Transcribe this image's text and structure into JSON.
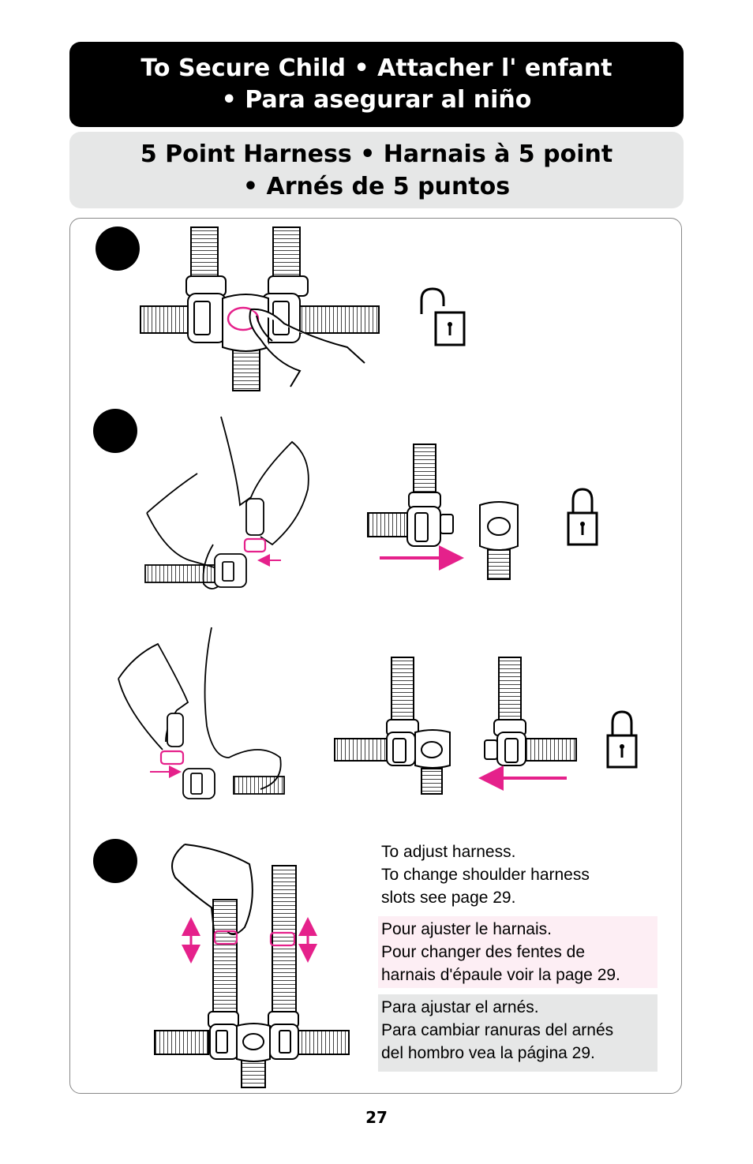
{
  "header": {
    "title_line1": "To Secure Child  •  Attacher l' enfant",
    "title_line2": "•  Para asegurar al niño"
  },
  "subheader": {
    "line1": "5 Point Harness  •  Harnais à 5 point",
    "line2": "•  Arnés de 5 puntos"
  },
  "instructions": {
    "english": [
      "To adjust harness.",
      "To change shoulder harness",
      "slots see page 29."
    ],
    "french": [
      "Pour ajuster le harnais.",
      "Pour changer des fentes de",
      "harnais d'épaule voir la page 29."
    ],
    "spanish": [
      "Para ajustar el arnés.",
      "Para cambiar ranuras del arnés",
      "del hombro vea la página 29."
    ]
  },
  "page_number": "27",
  "colors": {
    "accent": "#e5218b",
    "header_bg": "#000000",
    "subheader_bg": "#e6e7e7",
    "french_bg": "#fdeef4",
    "spanish_bg": "#e6e7e7"
  },
  "icons": [
    "unlocked-padlock-icon",
    "locked-padlock-icon",
    "arrow-right-icon",
    "arrow-left-icon",
    "double-arrow-vertical-icon"
  ]
}
